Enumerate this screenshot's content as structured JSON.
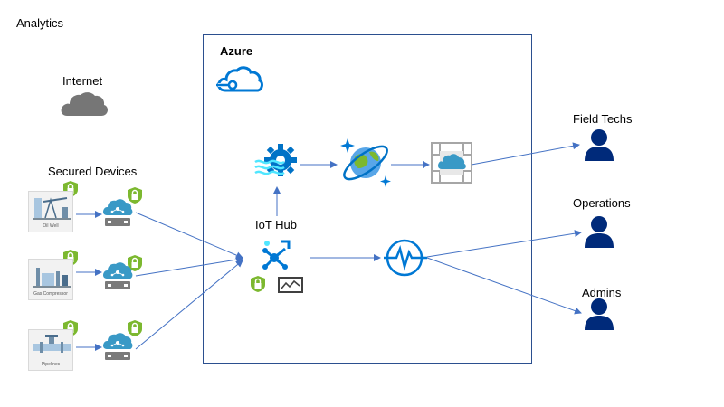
{
  "page": {
    "title": "Analytics"
  },
  "cloud_labels": {
    "internet": "Internet",
    "azure": "Azure"
  },
  "devices": {
    "heading": "Secured Devices",
    "items": [
      {
        "caption": "Oil Well"
      },
      {
        "caption": "Gas Compressor"
      },
      {
        "caption": "Pipelines"
      }
    ]
  },
  "hub": {
    "label": "IoT Hub"
  },
  "consumers": [
    {
      "label": "Field Techs"
    },
    {
      "label": "Operations"
    },
    {
      "label": "Admins"
    }
  ],
  "colors": {
    "azure_blue": "#0078d4",
    "line_blue": "#4472c4",
    "lock_green": "#7cb82f",
    "person_navy": "#002a7a",
    "cloud_gray": "#767676",
    "box_border": "#2b4f8f"
  }
}
